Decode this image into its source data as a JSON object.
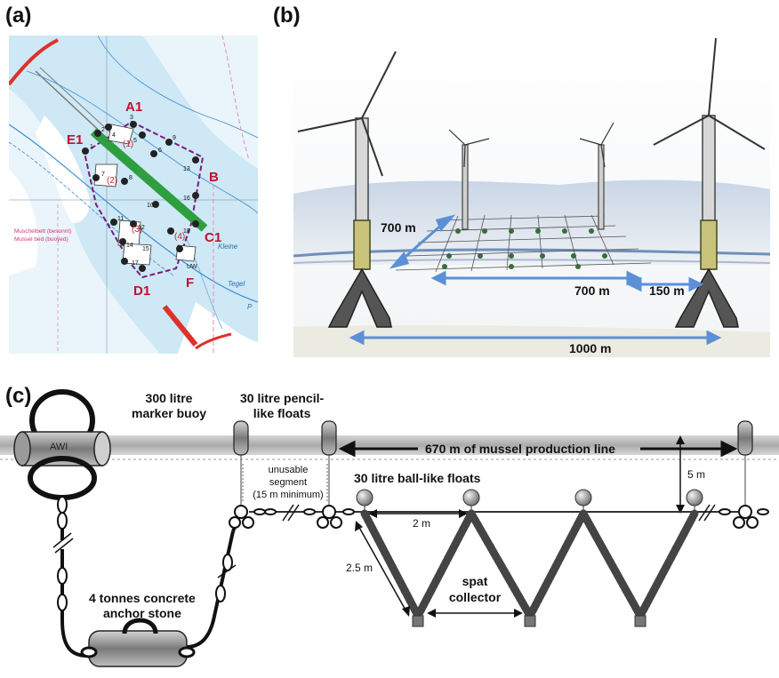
{
  "panels": {
    "a": {
      "label": "(a)"
    },
    "b": {
      "label": "(b)"
    },
    "c": {
      "label": "(c)"
    }
  },
  "map": {
    "sites": [
      "A1",
      "B",
      "C1",
      "D1",
      "E1",
      "F"
    ],
    "areas": [
      "(1)",
      "(2)",
      "(3)",
      "(4)"
    ],
    "stations": [
      "1",
      "2",
      "3",
      "4",
      "5",
      "6",
      "7",
      "8",
      "9",
      "10",
      "11",
      "12",
      "13",
      "14",
      "15",
      "16",
      "17",
      "18"
    ],
    "station_uw": "UW",
    "mussel_bed_label_1": "Muschelbett (besonnt)",
    "mussel_bed_label_2": "Mussel bed (buoyed)",
    "chart_words": [
      "Kleine",
      "Tegel",
      "P"
    ],
    "colors": {
      "site_label": "#c0102e",
      "track": "#2e9e3e",
      "boundary": "#7a1d7a",
      "water": "#cfe8f6"
    }
  },
  "windfarm": {
    "dim_depth": "700 m",
    "dim_width": "700 m",
    "dim_gap": "150 m",
    "dim_total": "1000 m",
    "arrow_color": "#5b8fd6"
  },
  "longline": {
    "marker_buoy_label_1": "300 litre",
    "marker_buoy_label_2": "marker buoy",
    "buoy_text": "AWI",
    "pencil_floats_label_1": "30 litre pencil-",
    "pencil_floats_label_2": "like floats",
    "production_line": "670 m of mussel production line",
    "unusable_1": "unusable",
    "unusable_2": "segment",
    "unusable_3": "(15 m minimum)",
    "ball_floats": "30 litre ball-like floats",
    "depth": "5 m",
    "spacing": "2 m",
    "length": "2.5 m",
    "spat_1": "spat",
    "spat_2": "collector",
    "anchor_1": "4 tonnes concrete",
    "anchor_2": "anchor stone"
  }
}
